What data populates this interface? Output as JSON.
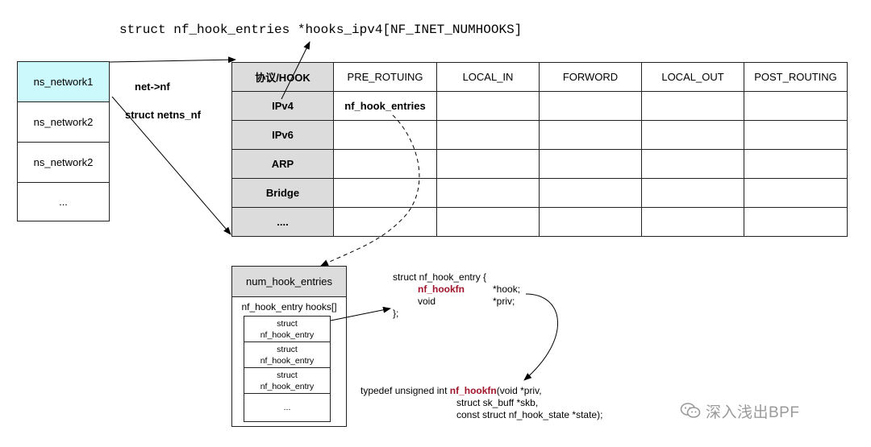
{
  "title": "struct nf_hook_entries *hooks_ipv4[NF_INET_NUMHOOKS]",
  "ns_list": [
    "ns_network1",
    "ns_network2",
    "ns_network2",
    "..."
  ],
  "arrow_labels": {
    "net_nf": "net->nf",
    "netns_nf": "struct netns_nf"
  },
  "table": {
    "corner": "协议/HOOK",
    "headers": [
      "PRE_ROTUING",
      "LOCAL_IN",
      "FORWORD",
      "LOCAL_OUT",
      "POST_ROUTING"
    ],
    "rows": [
      {
        "proto": "IPv4",
        "cells": [
          "nf_hook_entries",
          "",
          "",
          "",
          ""
        ]
      },
      {
        "proto": "IPv6",
        "cells": [
          "",
          "",
          "",
          "",
          ""
        ]
      },
      {
        "proto": "ARP",
        "cells": [
          "",
          "",
          "",
          "",
          ""
        ]
      },
      {
        "proto": "Bridge",
        "cells": [
          "",
          "",
          "",
          "",
          ""
        ]
      },
      {
        "proto": "....",
        "cells": [
          "",
          "",
          "",
          "",
          ""
        ]
      }
    ]
  },
  "num_hook_entries": {
    "title": "num_hook_entries",
    "subtitle": "nf_hook_entry hooks[]",
    "entries": [
      {
        "line1": "struct",
        "line2": "nf_hook_entry"
      },
      {
        "line1": "struct",
        "line2": "nf_hook_entry"
      },
      {
        "line1": "struct",
        "line2": "nf_hook_entry"
      }
    ],
    "more": "..."
  },
  "entry_struct": {
    "line1": "struct nf_hook_entry {",
    "f1_type": "nf_hookfn",
    "f1_name": "*hook;",
    "f2_type": "void",
    "f2_name": "*priv;",
    "close": "};"
  },
  "typedef": {
    "prefix": "typedef unsigned int ",
    "name": "nf_hookfn",
    "suffix": "(void *priv,",
    "line2": "struct sk_buff *skb,",
    "line3": "const struct nf_hook_state *state);"
  },
  "watermark": "深入浅出BPF",
  "colors": {
    "highlight_cell": "#ccf9fb",
    "header_gray": "#dcdcdc",
    "hookfn_red": "#a0152a",
    "watermark": "#9a9a9a"
  }
}
